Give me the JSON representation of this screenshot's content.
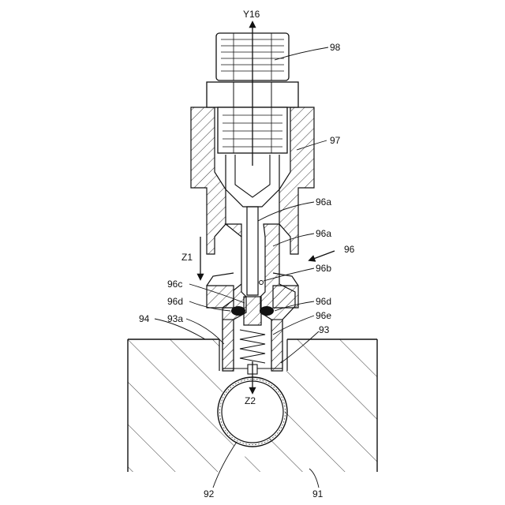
{
  "labels": {
    "y16": "Y16",
    "z1": "Z1",
    "z2": "Z2",
    "n98": "98",
    "n97": "97",
    "n96a_1": "96a",
    "n96a_2": "96a",
    "n96": "96",
    "n96b": "96b",
    "n96c": "96c",
    "n96d_left": "96d",
    "n96d_right": "96d",
    "n96e": "96e",
    "n94": "94",
    "n93a": "93a",
    "n93": "93",
    "n92": "92",
    "n91": "91"
  }
}
